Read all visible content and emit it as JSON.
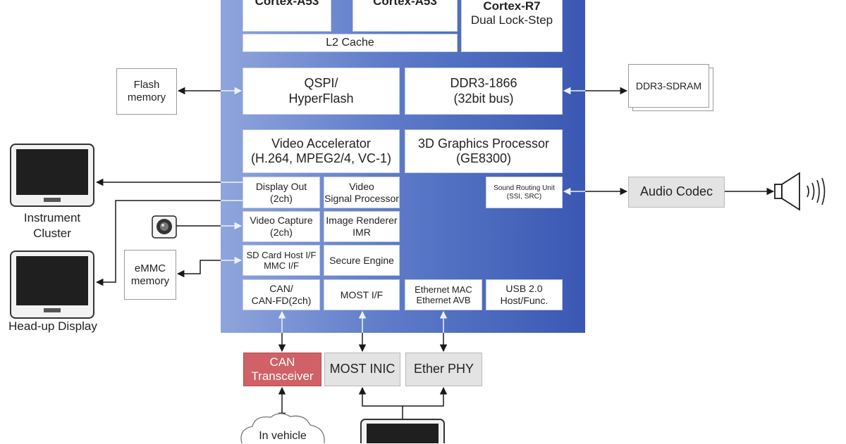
{
  "soc": {
    "cpu1": "Cortex-A53",
    "cpu2": "Cortex-A53",
    "cpu3": {
      "line1": "Cortex-R7",
      "line2": "Dual Lock-Step"
    },
    "l2": "L2 Cache",
    "qspi": {
      "line1": "QSPI/",
      "line2": "HyperFlash"
    },
    "ddr": {
      "line1": "DDR3-1866",
      "line2": "(32bit bus)"
    },
    "video_acc": {
      "line1": "Video Accelerator",
      "line2": "(H.264, MPEG2/4, VC-1)"
    },
    "gpu": {
      "line1": "3D Graphics Processor",
      "line2": "(GE8300)"
    },
    "display_out": {
      "line1": "Display Out",
      "line2": "(2ch)"
    },
    "vsp": {
      "line1": "Video",
      "line2": "Signal Processor"
    },
    "sound": {
      "line1": "Sound Routing Unit",
      "line2": "(SSI, SRC)"
    },
    "capture": {
      "line1": "Video Capture",
      "line2": "(2ch)"
    },
    "imr": {
      "line1": "Image Renderer",
      "line2": "IMR"
    },
    "sd": {
      "line1": "SD Card Host I/F",
      "line2": "MMC I/F"
    },
    "secure": "Secure Engine",
    "can": {
      "line1": "CAN/",
      "line2": "CAN-FD(2ch)"
    },
    "most": "MOST I/F",
    "eth": {
      "line1": "Ethernet MAC",
      "line2": "Ethernet AVB"
    },
    "usb": {
      "line1": "USB 2.0",
      "line2": "Host/Func."
    }
  },
  "external": {
    "flash": {
      "line1": "Flash",
      "line2": "memory"
    },
    "ddr_sdram": "DDR3-SDRAM",
    "audio_codec": "Audio Codec",
    "emmc": {
      "line1": "eMMC",
      "line2": "memory"
    },
    "can_transceiver": {
      "line1": "CAN",
      "line2": "Transceiver"
    },
    "most_inic": "MOST INIC",
    "ether_phy": "Ether PHY",
    "in_vehicle": "In vehicle",
    "instrument_cluster": {
      "line1": "Instrument",
      "line2": "Cluster"
    },
    "hud": "Head-up Display"
  },
  "colors": {
    "chip_light": "#8fa5dc",
    "chip_dark": "#3a58b3",
    "can_red": "#cf6167",
    "ext_gray": "#e3e3e3"
  }
}
